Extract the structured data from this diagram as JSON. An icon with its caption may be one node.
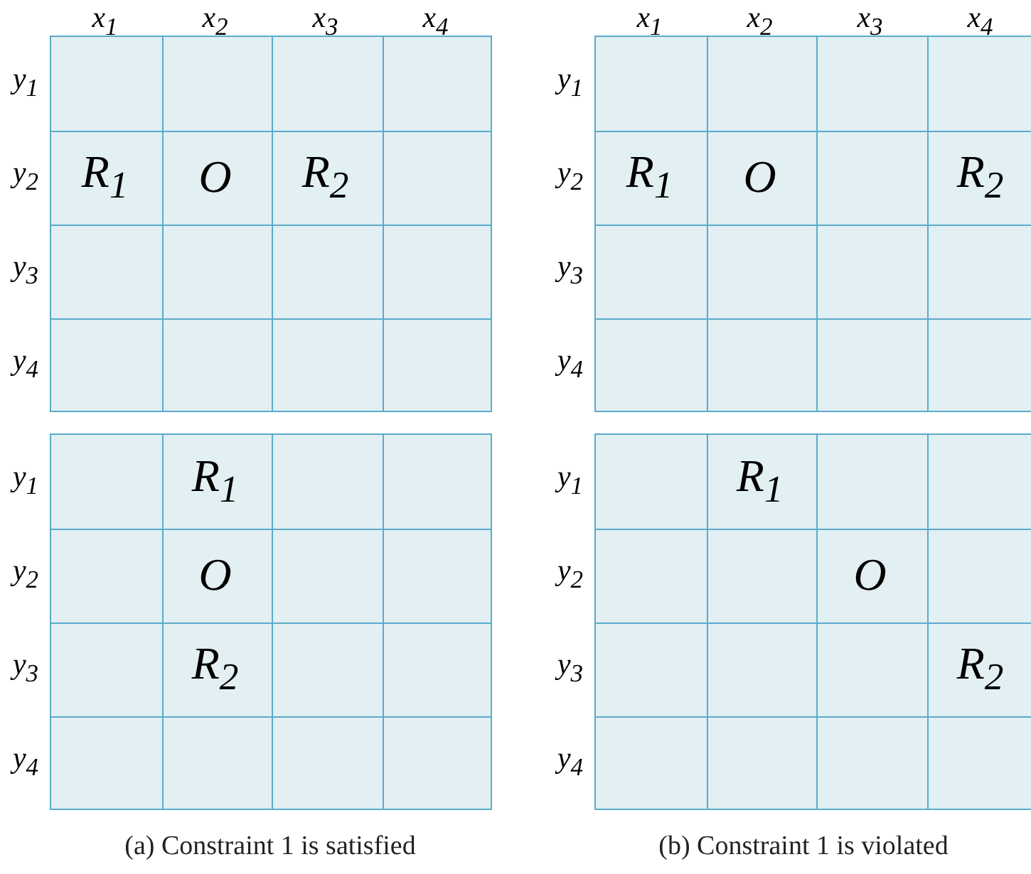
{
  "diagram": {
    "labels": [
      "x$_{1}$",
      "x$_{2}$",
      "x$_{3}$",
      "x$_{4}$",
      "x$_{1}$",
      "x$_{2}$",
      "x$_{3}$",
      "x$_{4}$",
      "y$_{1}$",
      "y$_{1}$",
      "y$_{2}$",
      "R$_{1}$",
      "O",
      "R$_{2}$",
      "y$_{2}$",
      "R$_{1}$",
      "O",
      "R$_{2}$",
      "y$_{3}$",
      "y$_{3}$",
      "y$_{4}$",
      "y$_{4}$",
      "y$_{1}$",
      "R$_{1}$",
      "y$_{1}$",
      "R$_{1}$",
      "y$_{2}$",
      "O",
      "y$_{2}$",
      "O",
      "y$_{3}$",
      "R$_{2}$",
      "y$_{3}$",
      "R$_{2}$",
      "y$_{4}$",
      "y$_{4}$",
      "(a) Constraint 1 is satisfied",
      "(b) Constraint 1 is violated"
    ]
  }
}
